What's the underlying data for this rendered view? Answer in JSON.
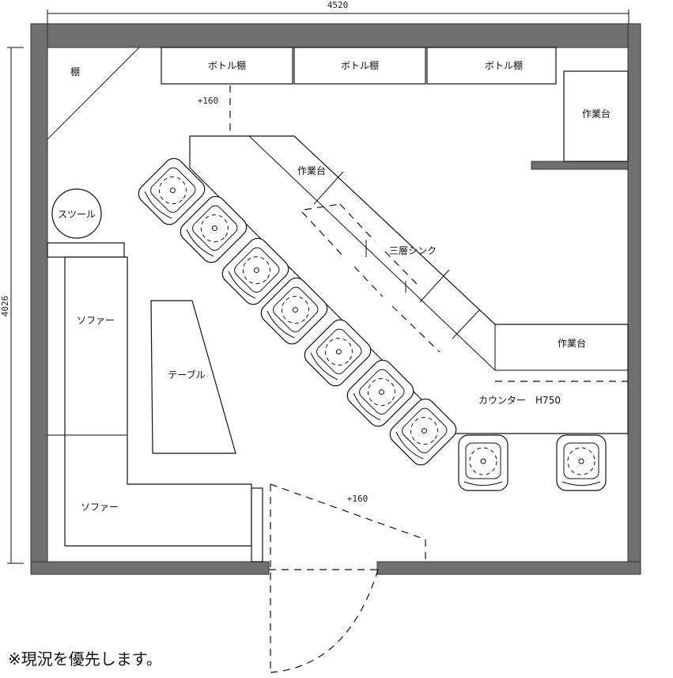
{
  "dimensions": {
    "width": "4520",
    "height": "4026"
  },
  "labels": {
    "shelf": "棚",
    "bottle_shelf_1": "ボトル棚",
    "bottle_shelf_2": "ボトル棚",
    "bottle_shelf_3": "ボトル棚",
    "offset_top": "+160",
    "workbench_right_top": "作業台",
    "workbench_counter": "作業台",
    "triple_sink": "三層シンク",
    "workbench_right_mid": "作業台",
    "counter": "カウンター　H750",
    "stool": "スツール",
    "sofa_1": "ソファー",
    "sofa_2": "ソファー",
    "table": "テーブル",
    "offset_door": "+160"
  },
  "note": "※現況を優先します。"
}
